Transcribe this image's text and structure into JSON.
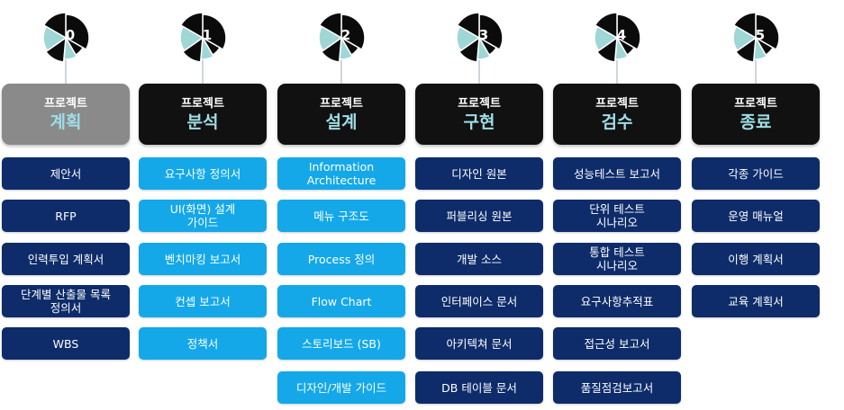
{
  "colors": {
    "dark_header": "#111111",
    "gray_header": "#8a8a8a",
    "header_accent_text": "#9fdde6",
    "navy_item": "#0e2c6a",
    "sky_item": "#14a8e9",
    "pie_dark": "#0b0b0b",
    "pie_light": "#9fd6d6"
  },
  "phases": [
    {
      "number": "0",
      "label_small": "프로젝트",
      "label_big": "계획",
      "header_style": "gray",
      "item_style": "dark",
      "items": [
        "제안서",
        "RFP",
        "인력투입 계획서",
        "단계별 산출물 목록\n정의서",
        "WBS"
      ]
    },
    {
      "number": "1",
      "label_small": "프로젝트",
      "label_big": "분석",
      "header_style": "dark",
      "item_style": "light",
      "items": [
        "요구사항 정의서",
        "UI(화면) 설계\n가이드",
        "벤치마킹 보고서",
        "컨셉 보고서",
        "정책서"
      ]
    },
    {
      "number": "2",
      "label_small": "프로젝트",
      "label_big": "설계",
      "header_style": "dark",
      "item_style": "light",
      "items": [
        "Information\nArchitecture",
        "메뉴 구조도",
        "Process 정의",
        "Flow Chart",
        "스토리보드 (SB)",
        "디자인/개발 가이드"
      ]
    },
    {
      "number": "3",
      "label_small": "프로젝트",
      "label_big": "구현",
      "header_style": "dark",
      "item_style": "dark",
      "items": [
        "디자인 원본",
        "퍼블리싱 원본",
        "개발 소스",
        "인터페이스 문서",
        "아키텍쳐 문서",
        "DB 테이블 문서"
      ]
    },
    {
      "number": "4",
      "label_small": "프로젝트",
      "label_big": "검수",
      "header_style": "dark",
      "item_style": "dark",
      "items": [
        "성능테스트 보고서",
        "단위 테스트\n시나리오",
        "통합 테스트\n시나리오",
        "요구사항추적표",
        "접근성 보고서",
        "품질점검보고서"
      ]
    },
    {
      "number": "5",
      "label_small": "프로젝트",
      "label_big": "종료",
      "header_style": "dark",
      "item_style": "dark",
      "items": [
        "각종 가이드",
        "운영 매뉴얼",
        "이행 계획서",
        "교육 계획서"
      ]
    }
  ]
}
